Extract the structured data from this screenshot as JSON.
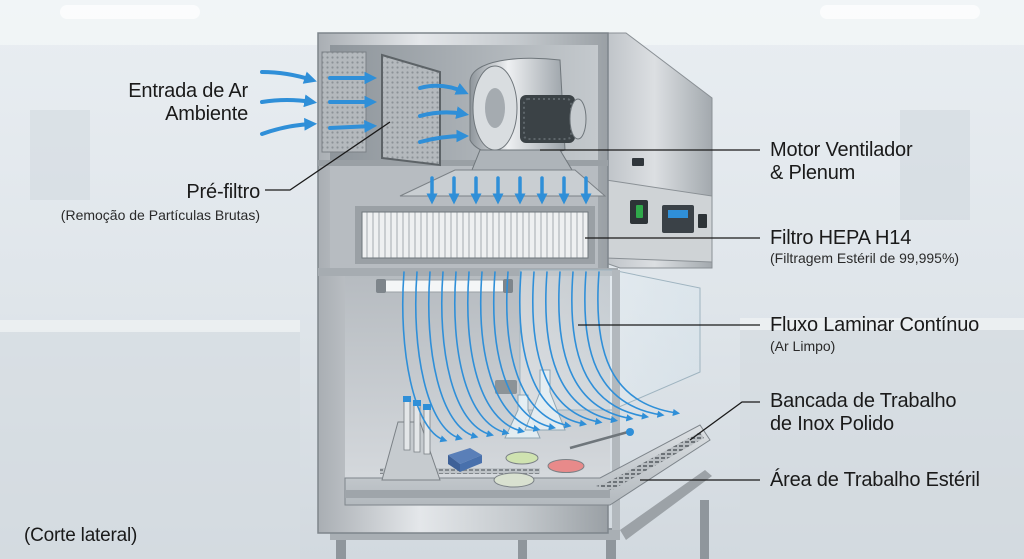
{
  "labels": {
    "air_intake": {
      "line1": "Entrada de Ar",
      "line2": "Ambiente"
    },
    "prefilter": {
      "title": "Pré-filtro",
      "note": "(Remoção de Partículas Brutas)"
    },
    "motor": {
      "line1": "Motor Ventilador",
      "line2": "& Plenum"
    },
    "hepa": {
      "title": "Filtro HEPA H14",
      "note": "(Filtragem Estéril de 99,995%)"
    },
    "laminar": {
      "title": "Fluxo Laminar Contínuo",
      "note": "(Ar Limpo)"
    },
    "bench": {
      "line1": "Bancada de Trabalho",
      "line2": "de Inox Polido"
    },
    "work_area": {
      "title": "Área de Trabalho Estéril"
    },
    "view_note": "(Corte lateral)"
  },
  "colors": {
    "airflow": "#2f8fd8",
    "steel": "#c9cdd1",
    "background": "#e4e9ed",
    "leader_line": "#1a1a1a"
  }
}
